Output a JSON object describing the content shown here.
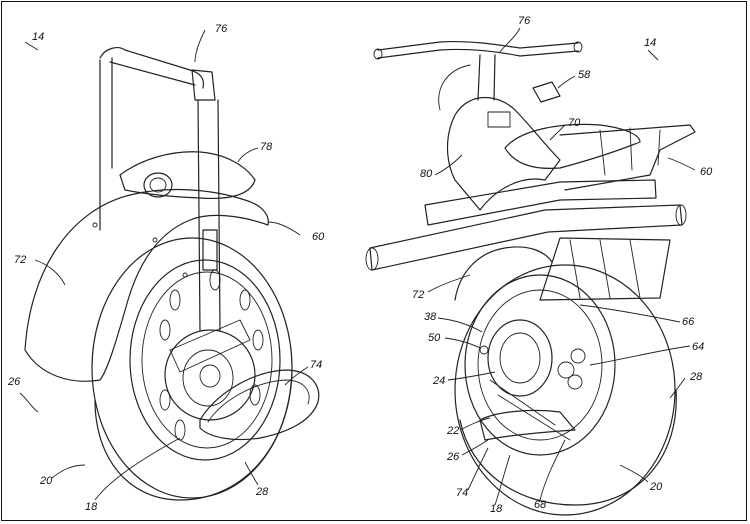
{
  "figure": {
    "left_view": {
      "labels": {
        "14": "14",
        "76": "76",
        "78": "78",
        "60": "60",
        "72": "72",
        "26": "26",
        "74": "74",
        "20": "20",
        "18": "18",
        "28": "28"
      }
    },
    "right_view": {
      "labels": {
        "76": "76",
        "14": "14",
        "58": "58",
        "70": "70",
        "80": "80",
        "60": "60",
        "72": "72",
        "38": "38",
        "66": "66",
        "50": "50",
        "64": "64",
        "24": "24",
        "28": "28",
        "22": "22",
        "26": "26",
        "74": "74",
        "18": "18",
        "68": "68",
        "20": "20"
      }
    }
  }
}
